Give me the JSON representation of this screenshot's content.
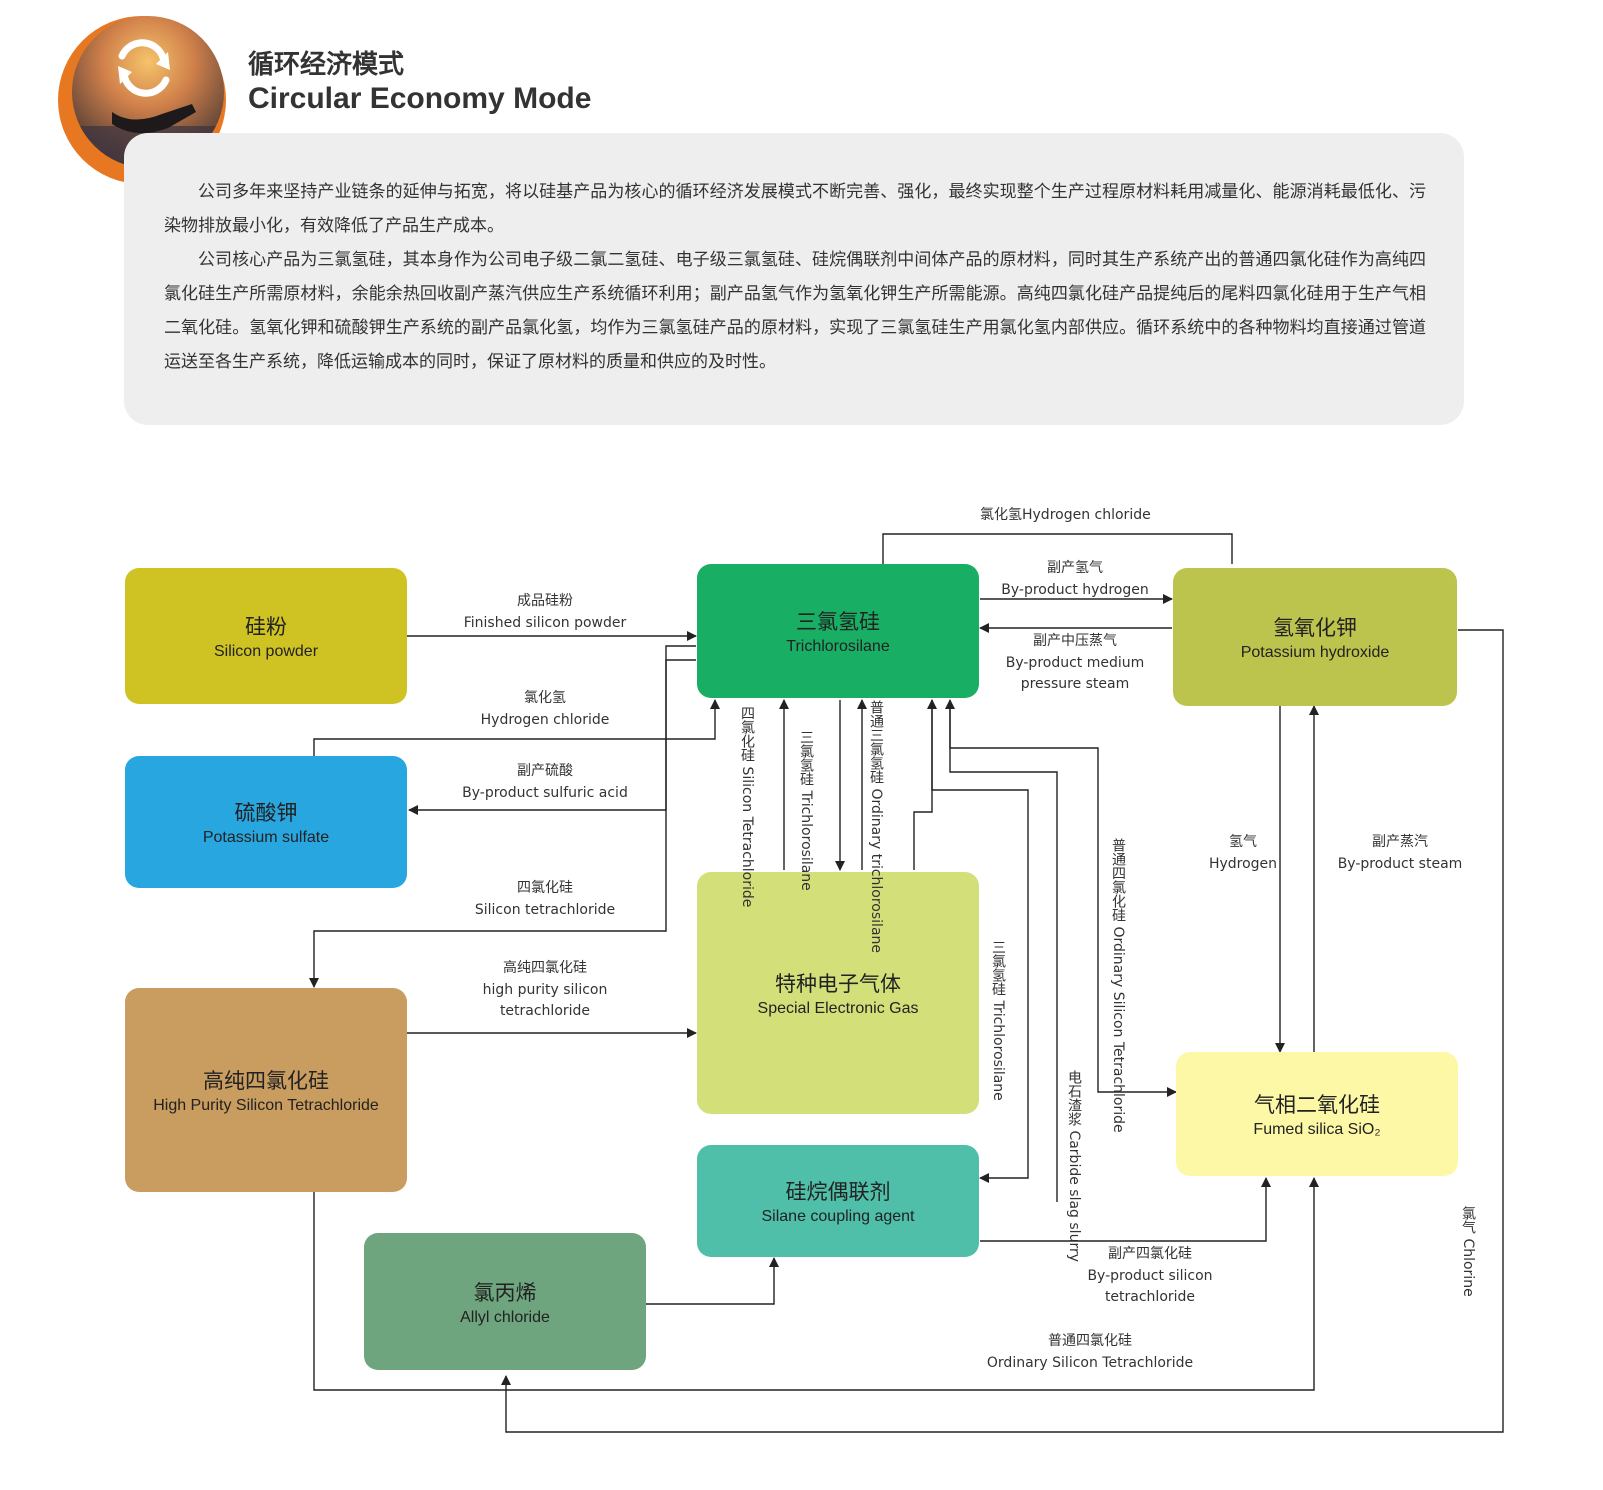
{
  "header": {
    "title_cn": "循环经济模式",
    "title_en": "Circular Economy Mode",
    "logo_icon": "recycle-hand-icon"
  },
  "intro": {
    "paragraph1": "公司多年来坚持产业链条的延伸与拓宽，将以硅基产品为核心的循环经济发展模式不断完善、强化，最终实现整个生产过程原材料耗用减量化、能源消耗最低化、污染物排放最小化，有效降低了产品生产成本。",
    "paragraph2": "公司核心产品为三氯氢硅，其本身作为公司电子级二氯二氢硅、电子级三氯氢硅、硅烷偶联剂中间体产品的原材料，同时其生产系统产出的普通四氯化硅作为高纯四氯化硅生产所需原材料，余能余热回收副产蒸汽供应生产系统循环利用；副产品氢气作为氢氧化钾生产所需能源。高纯四氯化硅产品提纯后的尾料四氯化硅用于生产气相二氧化硅。氢氧化钾和硫酸钾生产系统的副产品氯化氢，均作为三氯氢硅产品的原材料，实现了三氯氢硅生产用氯化氢内部供应。循环系统中的各种物料均直接通过管道运送至各生产系统，降低运输成本的同时，保证了原材料的质量和供应的及时性。"
  },
  "colors": {
    "accent_orange": "#e87722",
    "silicon_powder": "#cec322",
    "trichlorosilane": "#18ae64",
    "potassium_hydroxide": "#bdc44d",
    "potassium_sulfate": "#28a6e0",
    "special_gas": "#d3e07a",
    "high_purity": "#c99c5f",
    "silane_agent": "#4fbfa9",
    "fumed_silica": "#fdf8a6",
    "allyl_chloride": "#6ea57e"
  },
  "nodes": {
    "silicon_powder": {
      "cn": "硅粉",
      "en": "Silicon powder"
    },
    "trichlorosilane": {
      "cn": "三氯氢硅",
      "en": "Trichlorosilane"
    },
    "potassium_hydroxide": {
      "cn": "氢氧化钾",
      "en": "Potassium hydroxide"
    },
    "potassium_sulfate": {
      "cn": "硫酸钾",
      "en": "Potassium sulfate"
    },
    "special_gas": {
      "cn": "特种电子气体",
      "en": "Special Electronic Gas"
    },
    "high_purity": {
      "cn": "高纯四氯化硅",
      "en": "High Purity Silicon Tetrachloride"
    },
    "silane_agent": {
      "cn": "硅烷偶联剂",
      "en": "Silane coupling agent"
    },
    "fumed_silica": {
      "cn": "气相二氧化硅",
      "en": "Fumed silica SiO₂"
    },
    "allyl_chloride": {
      "cn": "氯丙烯",
      "en": "Allyl chloride"
    }
  },
  "edges": {
    "hcl_top": "氯化氢Hydrogen chloride",
    "finished_powder_cn": "成品硅粉",
    "finished_powder_en": "Finished silicon powder",
    "byproduct_h2_cn": "副产氢气",
    "byproduct_h2_en": "By-product hydrogen",
    "steam_medium_cn": "副产中压蒸气",
    "steam_medium_en1": "By-product medium",
    "steam_medium_en2": "pressure steam",
    "hcl_left_cn": "氯化氢",
    "hcl_left_en": "Hydrogen chloride",
    "sulfuric_cn": "副产硫酸",
    "sulfuric_en": "By-product sulfuric acid",
    "sicl4_cn": "四氯化硅",
    "sicl4_en": "Silicon tetrachloride",
    "hp_sicl4_cn": "高纯四氯化硅",
    "hp_sicl4_en1": "high purity silicon",
    "hp_sicl4_en2": "tetrachloride",
    "v_sicl4": "四氯化硅 Silicon Tetrachloride",
    "v_tcs": "三氯氢硅 Trichlorosilane",
    "v_ordinary_tcs": "普通三氯氢硅 Ordinary trichlorosilane",
    "v_tcs_right": "三氯氢硅 Trichlorosilane",
    "v_ordinary_sicl4": "普通四氯化硅 Ordinary Silicon Tetrachloride",
    "v_carbide_slag": "电石渣浆 Carbide slag slurry",
    "hydrogen_cn": "氢气",
    "hydrogen_en": "Hydrogen",
    "steam_cn": "副产蒸汽",
    "steam_en": "By-product steam",
    "v_chlorine": "氯气 Chlorine",
    "bp_sicl4_cn": "副产四氯化硅",
    "bp_sicl4_en1": "By-product silicon",
    "bp_sicl4_en2": "tetrachloride",
    "ord_sicl4_cn": "普通四氯化硅",
    "ord_sicl4_en": "Ordinary Silicon Tetrachloride"
  }
}
